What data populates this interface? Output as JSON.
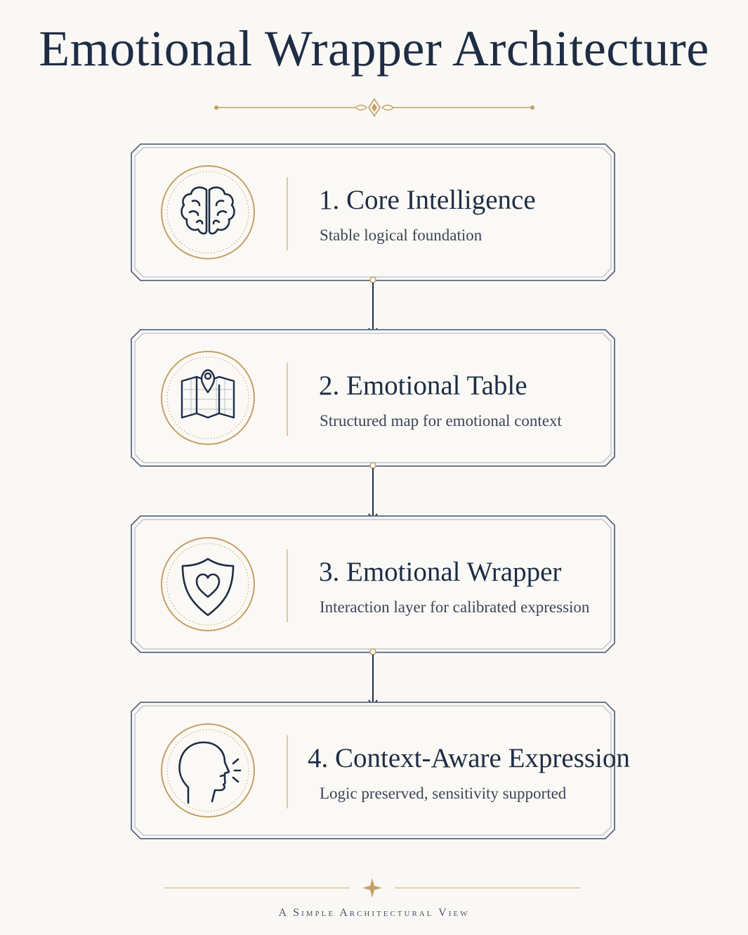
{
  "title": "Emotional Wrapper Architecture",
  "footer": "A Simple Architectural View",
  "colors": {
    "navy": "#1e2d45",
    "gold": "#c4a066",
    "background": "#faf8f4"
  },
  "steps": [
    {
      "title": "1. Core Intelligence",
      "subtitle": "Stable logical foundation",
      "icon": "brain-icon"
    },
    {
      "title": "2. Emotional Table",
      "subtitle": "Structured map for emotional context",
      "icon": "map-pin-icon"
    },
    {
      "title": "3. Emotional Wrapper",
      "subtitle": "Interaction layer for calibrated expression",
      "icon": "shield-heart-icon"
    },
    {
      "title": "4. Context-Aware Expression",
      "subtitle": "Logic preserved, sensitivity supported",
      "icon": "speaking-head-icon"
    }
  ]
}
